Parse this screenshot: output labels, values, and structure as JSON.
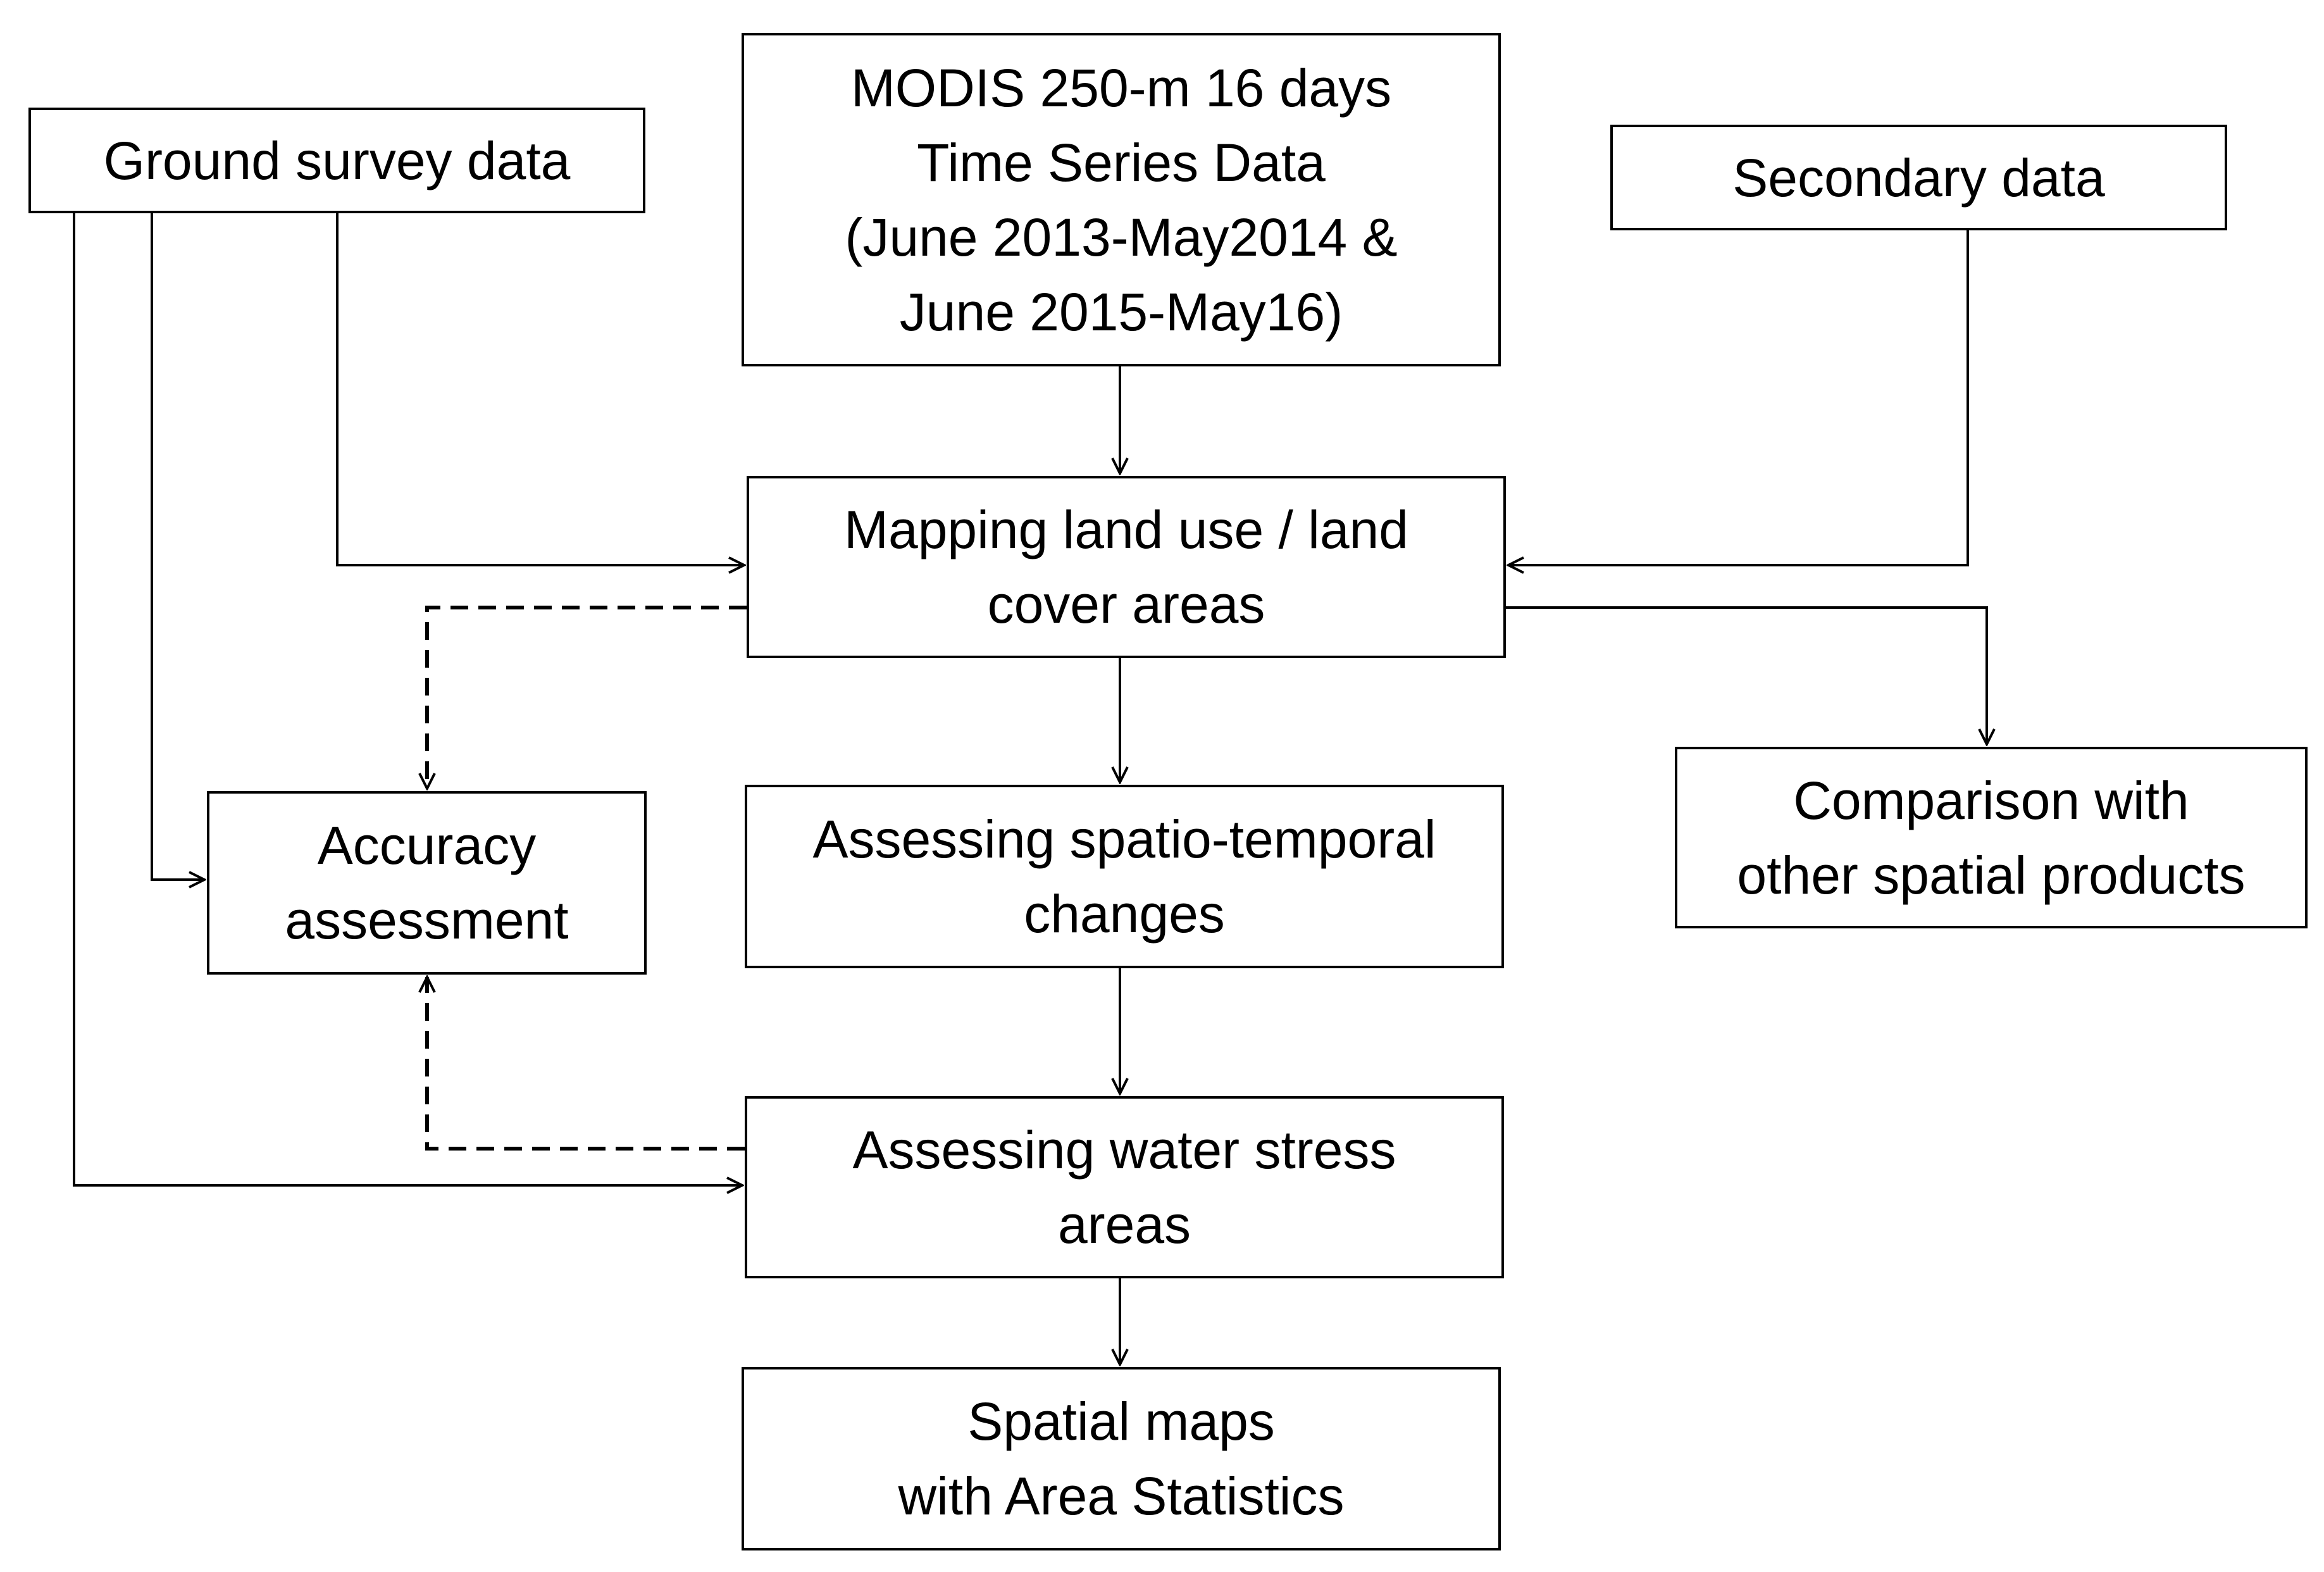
{
  "nodes": {
    "ground": {
      "lines": [
        "Ground survey data"
      ]
    },
    "modis": {
      "lines": [
        "MODIS 250-m 16 days",
        "Time Series Data",
        "(June 2013-May2014 &",
        "June 2015-May16)"
      ]
    },
    "secondary": {
      "lines": [
        "Secondary data"
      ]
    },
    "mapping": {
      "lines": [
        "Mapping land  use / land",
        "cover areas"
      ]
    },
    "accuracy": {
      "lines": [
        "Accuracy",
        "assessment"
      ]
    },
    "changes": {
      "lines": [
        "Assessing spatio-temporal",
        "changes"
      ]
    },
    "comparison": {
      "lines": [
        "Comparison with",
        "other spatial products"
      ]
    },
    "water": {
      "lines": [
        "Assessing water stress",
        "areas"
      ]
    },
    "maps": {
      "lines": [
        "Spatial maps",
        "with Area Statistics"
      ]
    }
  },
  "edges": [
    {
      "from": "modis",
      "to": "mapping",
      "style": "solid"
    },
    {
      "from": "ground",
      "to": "mapping",
      "style": "solid"
    },
    {
      "from": "secondary",
      "to": "mapping",
      "style": "solid"
    },
    {
      "from": "mapping",
      "to": "changes",
      "style": "solid"
    },
    {
      "from": "mapping",
      "to": "comparison",
      "style": "solid"
    },
    {
      "from": "mapping",
      "to": "accuracy",
      "style": "dashed"
    },
    {
      "from": "ground",
      "to": "accuracy",
      "style": "solid"
    },
    {
      "from": "changes",
      "to": "water",
      "style": "solid"
    },
    {
      "from": "water",
      "to": "accuracy",
      "style": "dashed"
    },
    {
      "from": "ground",
      "to": "water",
      "style": "solid"
    },
    {
      "from": "water",
      "to": "maps",
      "style": "solid"
    }
  ]
}
